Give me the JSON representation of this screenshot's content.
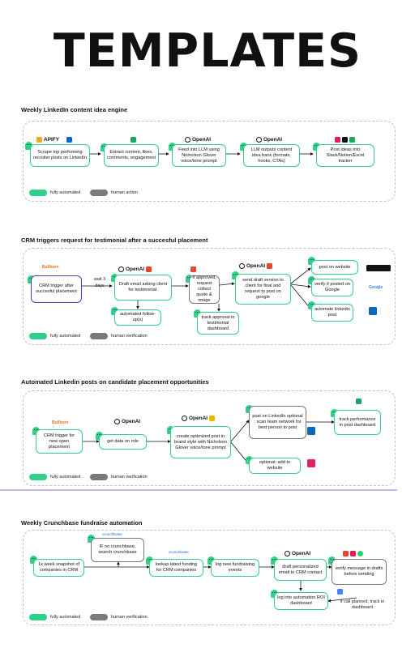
{
  "title": "TEMPLATES",
  "colors": {
    "automated": "#2fd08a",
    "human": "#7a7a7a",
    "divider": "#c9b4ec"
  },
  "legend": {
    "automated": "fully automated",
    "human_action": "human action",
    "human_verification": "human verification"
  },
  "sections": [
    {
      "title": "Weekly LinkedIn content idea engine",
      "logos": {
        "apify": "APIFY",
        "openai": "OpenAI"
      },
      "nodes": [
        "Scrape top performing recruiter posts on LinkedIn",
        "Extract content, likes, comments, engagement",
        "Feed into LLM using Nicholson Glover voice/tone prompt",
        "LLM outputs content idea bank (formats, hooks, CTAs)",
        "Post ideas into Slack/Notion/Excel tracker"
      ]
    },
    {
      "title": "CRM triggers request for testimonial after a succesful placement",
      "logos": {
        "bullhorn": "Bullhorn",
        "openai": "OpenAI",
        "google": "Google"
      },
      "wait": "wait 3 days",
      "nodes": {
        "trigger": "CRM trigger after succesful placement",
        "draft": "Draft email asking client for testimonial.",
        "followup": "automated follow-up(s)",
        "approved": "If approved, request collect quote & image",
        "track": "track approval in testimonial dashboard",
        "send": "send draft version to client for final and request to post on google",
        "website": "post on website",
        "verify": "verify if posted on Google",
        "linkedin": "automate linkedin post"
      }
    },
    {
      "title": "Automated Linkedin posts on candidate placement opportunities",
      "logos": {
        "bullhorn": "Bullhorn",
        "openai": "OpenAI"
      },
      "nodes": {
        "trigger": "CRM trigger for new open placement",
        "data": "get data on role",
        "create": "create optimized post in brand style with Nicholson Glover voice/tone prompt",
        "post": "post on LinkedIn optional : scan team network for best person to post",
        "add": "optional: add to website",
        "track": "track performance in post dashboard"
      }
    },
    {
      "title": "Weekly Crunchbase fundraise automation",
      "logos": {
        "crunchbase": "crunchbase",
        "openai": "OpenAI"
      },
      "nodes": {
        "snapshot": "1x week snapshot of companies in CRM",
        "ifno": "IF no crunchbase, search crunchbase",
        "lookup": "lookup latest funding for CRM companies",
        "log": "log new fundraising events",
        "draft": "draft personalized email to CRM contact",
        "verify": "verify message in drafts before sending",
        "roi": "log into automation ROI dashboard",
        "call": "if call planned, track in dashboard"
      }
    }
  ]
}
